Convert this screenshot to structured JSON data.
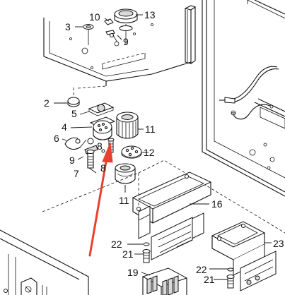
{
  "diagram": {
    "callouts": [
      {
        "id": "c1",
        "text": "10"
      },
      {
        "id": "c2",
        "text": "13"
      },
      {
        "id": "c3",
        "text": "3"
      },
      {
        "id": "c4",
        "text": "9"
      },
      {
        "id": "c5",
        "text": "2"
      },
      {
        "id": "c6",
        "text": "5"
      },
      {
        "id": "c7",
        "text": "4"
      },
      {
        "id": "c8",
        "text": "11"
      },
      {
        "id": "c9",
        "text": "6"
      },
      {
        "id": "c10",
        "text": "8"
      },
      {
        "id": "c11",
        "text": "9"
      },
      {
        "id": "c12",
        "text": "12"
      },
      {
        "id": "c13",
        "text": "7"
      },
      {
        "id": "c14",
        "text": "8"
      },
      {
        "id": "c15",
        "text": "11"
      },
      {
        "id": "c16",
        "text": "16"
      },
      {
        "id": "c17",
        "text": "22"
      },
      {
        "id": "c18",
        "text": "21"
      },
      {
        "id": "c19",
        "text": "23"
      },
      {
        "id": "c20",
        "text": "19"
      },
      {
        "id": "c21",
        "text": "22"
      },
      {
        "id": "c22",
        "text": "21"
      }
    ],
    "arrow_color": "#e8402f"
  }
}
